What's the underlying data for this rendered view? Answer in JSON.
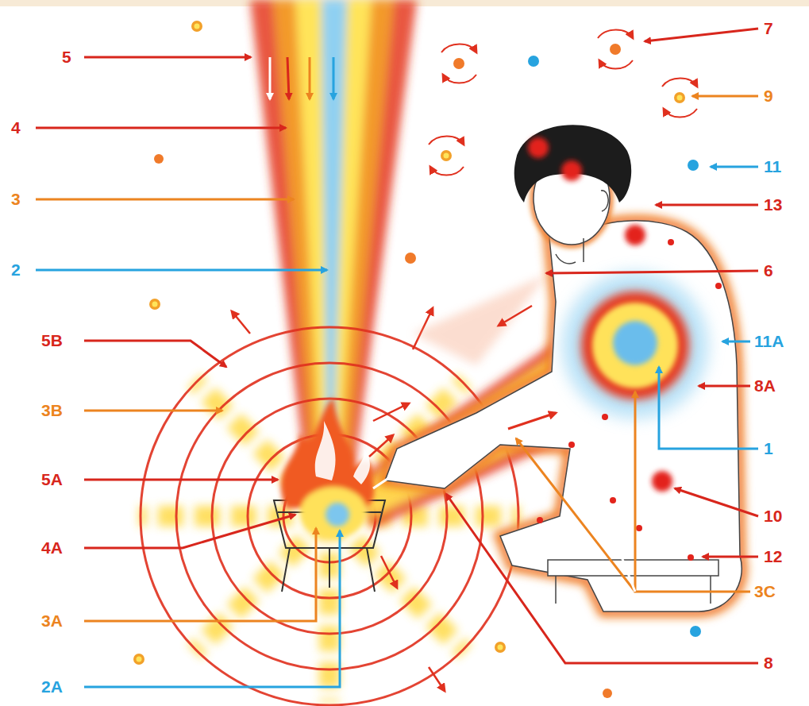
{
  "diagram": {
    "labels": [
      "5",
      "7",
      "9",
      "4",
      "11",
      "13",
      "3",
      "2",
      "6",
      "5B",
      "11A",
      "3B",
      "8A",
      "1",
      "5A",
      "10",
      "4A",
      "12",
      "3A",
      "3C",
      "2A",
      "8"
    ]
  }
}
